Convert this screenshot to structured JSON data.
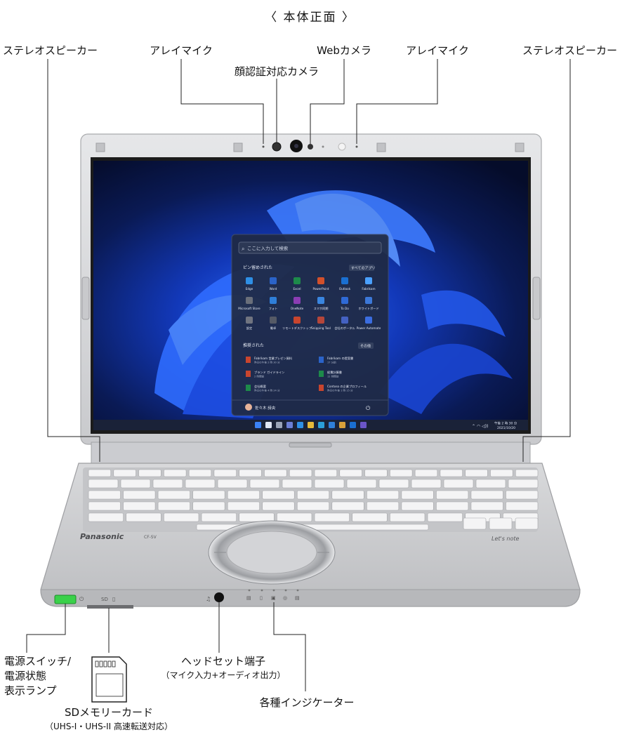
{
  "title": "〈 本体正面 〉",
  "callouts": {
    "speaker_left": "ステレオスピーカー",
    "mic_left": "アレイマイク",
    "face_camera": "顔認証対応カメラ",
    "web_camera": "Webカメラ",
    "mic_right": "アレイマイク",
    "speaker_right": "ステレオスピーカー",
    "power_line1": "電源スイッチ/",
    "power_line2": "電源状態",
    "power_line3": "表示ランプ",
    "headset": "ヘッドセット端子",
    "headset_sub": "（マイク入力+オーディオ出力）",
    "sd_card": "SDメモリーカード",
    "sd_card_sub": "（UHS-I・UHS-II 高速転送対応）",
    "indicators": "各種インジケーター"
  },
  "laptop": {
    "brand": "Panasonic",
    "model": "CF-SV",
    "series": "Let's note"
  },
  "start_menu": {
    "search_placeholder": "ここに入力して検索",
    "pinned_title": "ピン留めされた",
    "all_apps": "すべてのアプリ",
    "pinned_apps": [
      "Edge",
      "Word",
      "Excel",
      "PowerPoint",
      "Outlook",
      "Fabrikam",
      "Microsoft Store",
      "フォト",
      "OneNote",
      "スマホ同期",
      "To Do",
      "ホワイトボード",
      "設定",
      "電卓",
      "リモートデスクトップ",
      "Snipping Tool",
      "会社のポータル",
      "Power Automate"
    ],
    "recent_title": "推奨された",
    "more": "その他",
    "recent_items": [
      {
        "name": "Fabrikam 営業プレゼン資料",
        "time": "昨日の午後 2 時 30 分"
      },
      {
        "name": "Fabrikam の提案書",
        "time": "17 分前"
      },
      {
        "name": "ブランド ガイドライン",
        "time": "2 時間前"
      },
      {
        "name": "経費計算書",
        "time": "12 時間前"
      },
      {
        "name": "会社概要",
        "time": "昨日の午後 4 時 24 分"
      },
      {
        "name": "Contoso の企業プロフィール",
        "time": "昨日の午後 1 時 15 分"
      }
    ],
    "user_name": "佐々木 詩央"
  },
  "taskbar": {
    "time": "午後 2 時 30 分",
    "date": "2021/10/20"
  },
  "colors": {
    "accent_blue": "#1a4fd8",
    "power_led": "#3ad14a",
    "chassis": "#d5d6d8"
  }
}
